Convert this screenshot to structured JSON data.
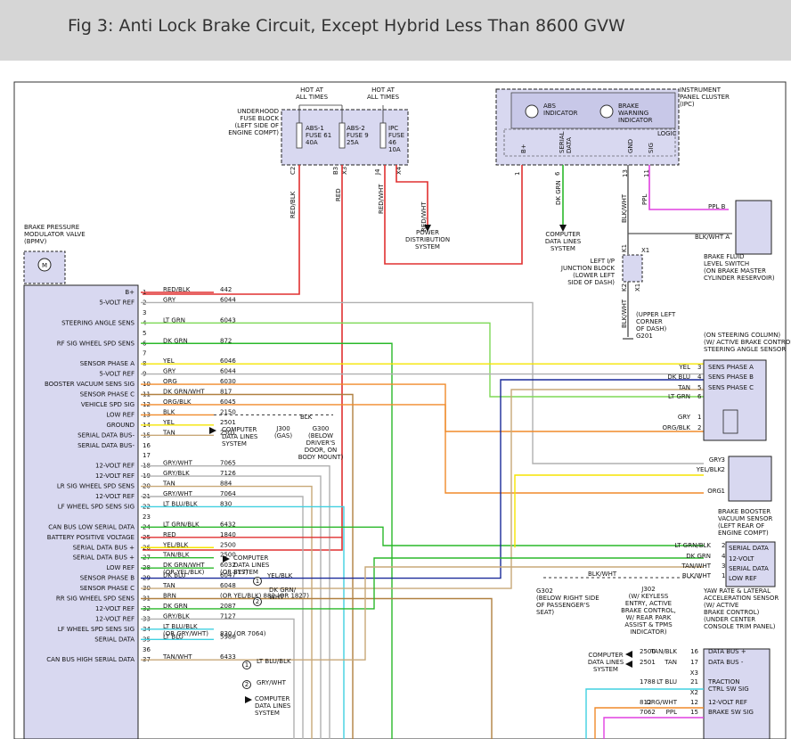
{
  "header": {
    "title": "Fig 3: Anti Lock Brake Circuit, Except Hybrid Less Than 8600 GVW"
  },
  "colors": {
    "header_bg": "#d6d6d6",
    "module_fill": "#d8d8f0",
    "red": "#e03030",
    "yellow": "#f5e400",
    "green": "#2ab82a",
    "lightgreen": "#7ed957",
    "orange": "#f08a2a",
    "darkblue": "#1a2a9a",
    "cyan": "#40d0e0",
    "magenta": "#e040e0",
    "tan": "#c8a878",
    "gray": "#b0b0b0",
    "brown": "#b08040"
  },
  "labels": {
    "hot1": "HOT AT\nALL TIMES",
    "hot2": "HOT AT\nALL TIMES",
    "fuseblock": "UNDERHOOD\nFUSE BLOCK\n(LEFT SIDE OF\nENGINE COMPT)",
    "abs1": "ABS-1\nFUSE 61\n40A",
    "abs2": "ABS-2\nFUSE 9\n25A",
    "ipcfuse": "IPC\nFUSE\n46\n10A",
    "c2": "C2",
    "b3": "B3",
    "x3": "X3",
    "j4": "J4",
    "x4": "X4",
    "redblk": "RED/BLK",
    "red": "RED",
    "redwht1": "RED/WHT",
    "redwht2": "RED/WHT",
    "pds": "POWER\nDISTRIBUTION\nSYSTEM",
    "ipc": "INSTRUMENT\nPANEL CLUSTER\n(IPC)",
    "absind": "ABS\nINDICATOR",
    "brakeind": "BRAKE\nWARNING\nINDICATOR",
    "logic": "LOGIC",
    "bplus": "B+",
    "serial": "SERIAL\nDATA",
    "gnd": "GND",
    "sig": "SIG",
    "pin1": "1",
    "pin6": "6",
    "pin13": "13",
    "pin11": "11",
    "dkgrn": "DK GRN",
    "blkwht1": "BLK/WHT",
    "ppl": "PPL",
    "cdl1": "COMPUTER\nDATA LINES\nSYSTEM",
    "x1a": "X1",
    "k1": "K1",
    "k2": "K2",
    "x1b": "X1",
    "junction": "LEFT I/P\nJUNCTION BLOCK\n(LOWER LEFT\nSIDE OF DASH)",
    "blkwht2": "BLK/WHT",
    "g201": "(UPPER LEFT\nCORNER\nOF DASH)\nG201",
    "pplb": "PPL      B",
    "blkwhta": "BLK/WHT   A",
    "bfls": "BRAKE FLUID\nLEVEL SWITCH\n(ON BRAKE MASTER\nCYLINDER RESERVOIR)",
    "bpmv": "BRAKE PRESSURE\nMODULATOR VALVE\n(BPMV)",
    "motor": "M",
    "sas_hdr": "(ON STEERING COLUMN)\n(W/ ACTIVE BRAKE CONTROL)\nSTEERING ANGLE SENSOR",
    "bvs": "BRAKE BOOSTER\nVACUUM SENSOR\n(LEFT REAR OF\nENGINE COMPT)",
    "yaw": "YAW RATE & LATERAL\nACCELERATION SENSOR\n(W/ ACTIVE\nBRAKE CONTROL)\n(UNDER CENTER\nCONSOLE TRIM PANEL)",
    "j300": "J300\n(GAS)",
    "g300": "G300\n(BELOW\nDRIVER'S\nDOOR, ON\nBODY MOUNT)",
    "blk300": "BLK",
    "g302": "G302\n(BELOW RIGHT SIDE\nOF PASSENGER'S\nSEAT)",
    "j302": "J302\n(W/ KEYLESS\nENTRY, ACTIVE\nBRAKE CONTROL,\nW/ REAR PARK\nASSIST & TPMS\nINDICATOR)",
    "blkwht302": "BLK/WHT",
    "cdl2": "COMPUTER\nDATA LINES\nSYSTEM",
    "tcs_cdl": "COMPUTER\nDATA LINES\nSYSTEM"
  },
  "bpmv_pins": [
    {
      "label": "B+",
      "pin": "1",
      "color": "RED/BLK",
      "circuit": "442"
    },
    {
      "label": "5-VOLT REF",
      "pin": "2",
      "color": "GRY",
      "circuit": "6044"
    },
    {
      "label": "",
      "pin": "3",
      "color": "",
      "circuit": ""
    },
    {
      "label": "STEERING ANGLE SENS",
      "pin": "4",
      "color": "LT GRN",
      "circuit": "6043"
    },
    {
      "label": "",
      "pin": "5",
      "color": "",
      "circuit": ""
    },
    {
      "label": "RF SIG WHEEL SPD SENS",
      "pin": "6",
      "color": "DK GRN",
      "circuit": "872"
    },
    {
      "label": "",
      "pin": "7",
      "color": "",
      "circuit": ""
    },
    {
      "label": "SENSOR PHASE A",
      "pin": "8",
      "color": "YEL",
      "circuit": "6046"
    },
    {
      "label": "5-VOLT REF",
      "pin": "9",
      "color": "GRY",
      "circuit": "6044"
    },
    {
      "label": "BOOSTER VACUUM SENS SIG",
      "pin": "10",
      "color": "ORG",
      "circuit": "6030"
    },
    {
      "label": "SENSOR PHASE C",
      "pin": "11",
      "color": "DK GRN/WHT",
      "circuit": "817"
    },
    {
      "label": "VEHICLE SPD SIG",
      "pin": "12",
      "color": "ORG/BLK",
      "circuit": "6045"
    },
    {
      "label": "LOW REF",
      "pin": "13",
      "color": "BLK",
      "circuit": "2150"
    },
    {
      "label": "GROUND",
      "pin": "14",
      "color": "YEL",
      "circuit": "2501"
    },
    {
      "label": "SERIAL DATA BUS-",
      "pin": "15",
      "color": "TAN",
      "circuit": "2501"
    },
    {
      "label": "SERIAL DATA BUS-",
      "pin": "16",
      "color": "",
      "circuit": ""
    },
    {
      "label": "",
      "pin": "17",
      "color": "",
      "circuit": ""
    },
    {
      "label": "12-VOLT REF",
      "pin": "18",
      "color": "GRY/WHT",
      "circuit": "7065"
    },
    {
      "label": "12-VOLT REF",
      "pin": "19",
      "color": "GRY/BLK",
      "circuit": "7126"
    },
    {
      "label": "LR SIG WHEEL SPD SENS",
      "pin": "20",
      "color": "TAN",
      "circuit": "884"
    },
    {
      "label": "12-VOLT REF",
      "pin": "21",
      "color": "GRY/WHT",
      "circuit": "7064"
    },
    {
      "label": "LF WHEEL SPD SENS SIG",
      "pin": "22",
      "color": "LT BLU/BLK",
      "circuit": "830"
    },
    {
      "label": "",
      "pin": "23",
      "color": "",
      "circuit": ""
    },
    {
      "label": "CAN BUS LOW SERIAL DATA",
      "pin": "24",
      "color": "LT GRN/BLK",
      "circuit": "6432"
    },
    {
      "label": "BATTERY POSITIVE VOLTAGE",
      "pin": "25",
      "color": "RED",
      "circuit": "1840"
    },
    {
      "label": "SERIAL DATA BUS +",
      "pin": "26",
      "color": "YEL/BLK",
      "circuit": "2500"
    },
    {
      "label": "SERIAL DATA BUS +",
      "pin": "27",
      "color": "TAN/BLK",
      "circuit": "2500"
    },
    {
      "label": "LOW REF",
      "pin": "28",
      "color": "DK GRN/WHT\n(OR YEL/BLK)",
      "circuit": "6032\n(OR 817)"
    },
    {
      "label": "SENSOR PHASE B",
      "pin": "29",
      "color": "DK BLU",
      "circuit": "6047"
    },
    {
      "label": "SENSOR PHASE C",
      "pin": "30",
      "color": "TAN",
      "circuit": "6048"
    },
    {
      "label": "RR SIG WHEEL SPD SENS",
      "pin": "31",
      "color": "BRN",
      "circuit": "(OR YEL/BLK)     882  (OR 1827)"
    },
    {
      "label": "12-VOLT REF",
      "pin": "32",
      "color": "DK GRN",
      "circuit": "2087"
    },
    {
      "label": "12-VOLT REF",
      "pin": "33",
      "color": "GRY/BLK",
      "circuit": "7127"
    },
    {
      "label": "LF WHEEL SPD SENS SIG",
      "pin": "34",
      "color": "LT BLU/BLK\n(OR GRY/WHT)",
      "circuit": "\n830    (OR 7064)"
    },
    {
      "label": "SERIAL DATA",
      "pin": "35",
      "color": "LT BLU",
      "circuit": "5986"
    },
    {
      "label": "",
      "pin": "36",
      "color": "",
      "circuit": ""
    },
    {
      "label": "CAN BUS HIGH SERIAL DATA",
      "pin": "37",
      "color": "TAN/WHT",
      "circuit": "6433"
    }
  ],
  "sas_pins": [
    {
      "wire": "YEL",
      "pin": "3",
      "label": "SENS PHASE A"
    },
    {
      "wire": "DK BLU",
      "pin": "4",
      "label": "SENS PHASE B"
    },
    {
      "wire": "TAN",
      "pin": "5",
      "label": "SENS PHASE C"
    },
    {
      "wire": "LT GRN",
      "pin": "6",
      "label": ""
    },
    {
      "wire": "GRY",
      "pin": "1",
      "label": ""
    },
    {
      "wire": "ORG/BLK",
      "pin": "2",
      "label": ""
    }
  ],
  "bvs_pins": [
    {
      "wire": "GRY",
      "pin": "3"
    },
    {
      "wire": "YEL/BLK",
      "pin": "2"
    },
    {
      "wire": "ORG",
      "pin": "1"
    }
  ],
  "yaw_pins": [
    {
      "wire": "LT GRN/BLK",
      "pin": "2",
      "label": "SERIAL DATA"
    },
    {
      "wire": "DK GRN",
      "pin": "4",
      "label": "12-VOLT"
    },
    {
      "wire": "TAN/WHT",
      "pin": "3",
      "label": "SERIAL DATA"
    },
    {
      "wire": "BLK/WHT",
      "pin": "1",
      "label": "LOW REF"
    }
  ],
  "tcs_pins": [
    {
      "wire": "TAN/BLK",
      "pin": "16",
      "circuit": "2500",
      "label": "DATA BUS +"
    },
    {
      "wire": "TAN",
      "pin": "17",
      "circuit": "2501",
      "label": "DATA BUS -"
    },
    {
      "wire": "",
      "pin": "X3",
      "circuit": "",
      "label": ""
    },
    {
      "wire": "LT BLU",
      "pin": "21",
      "circuit": "1788",
      "label": "TRACTION\nCTRL SW SIG"
    },
    {
      "wire": "",
      "pin": "X2",
      "circuit": "",
      "label": ""
    },
    {
      "wire": "ORG/WHT",
      "pin": "12",
      "circuit": "812",
      "label": "12-VOLT REF"
    },
    {
      "wire": "PPL",
      "pin": "15",
      "circuit": "7062",
      "label": "BRAKE SW SIG"
    }
  ],
  "splices": {
    "s1": {
      "n": "1",
      "wire": "YEL/BLK"
    },
    "s2": {
      "n": "2",
      "wire": "DK GRN/\nWHT"
    },
    "s3": {
      "n": "1",
      "wire": "LT BLU/BLK"
    },
    "s4": {
      "n": "2",
      "wire": "GRY/WHT"
    },
    "cdl3": "COMPUTER\nDATA LINES\nSYSTEM",
    "cdl4": "COMPUTER\nDATA LINES\nSYSTEM",
    "cdl5": "COMPUTER\nDATA LINES\nSYSTEM",
    "cdl6": "COMPUTER\nDATA LINES\nSYSTEM"
  }
}
